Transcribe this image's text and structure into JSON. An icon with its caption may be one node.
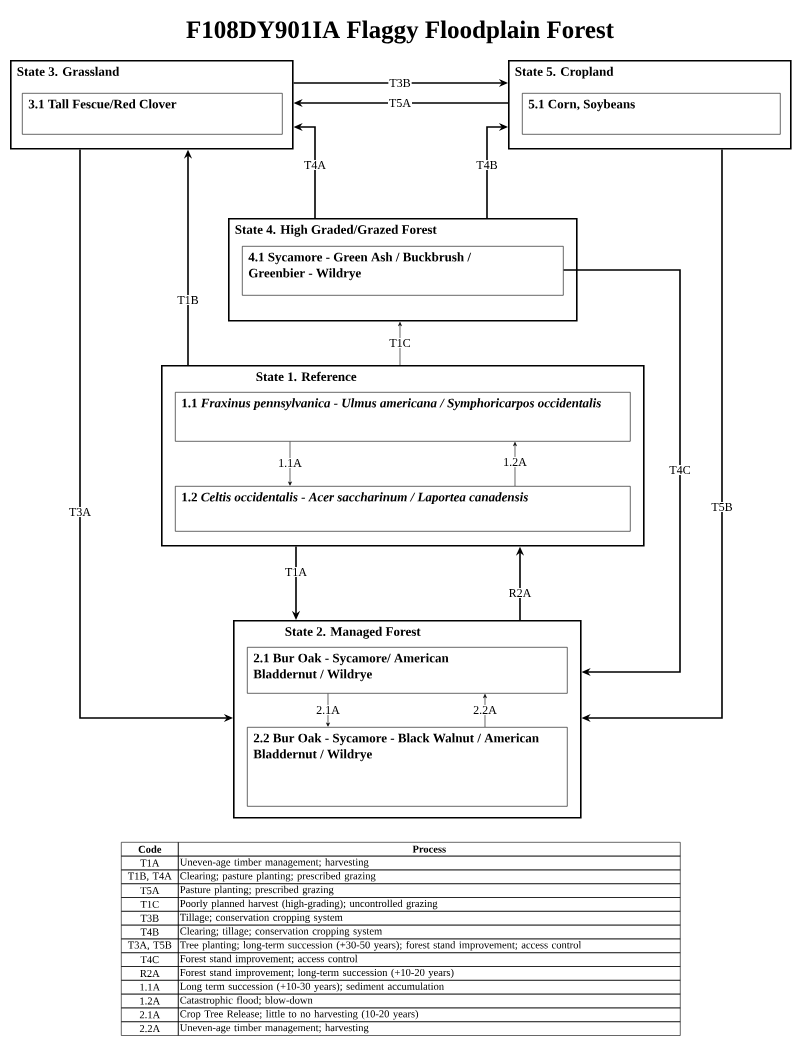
{
  "diagram": {
    "title": "F108DY901IA Flaggy Floodplain Forest",
    "nodes": [
      {
        "text": [
          "State 3. Grassland"
        ]
      },
      {
        "text": [
          "3.1 Tall Fescue/Red Clover"
        ],
        "in": 0
      },
      {
        "text": [
          "State 5. Cropland"
        ]
      },
      {
        "text": [
          "5.1 Corn, Soybeans"
        ],
        "in": 2
      },
      {
        "text": [
          "State 4. High Graded/Grazed Forest"
        ]
      },
      {
        "text": [
          "4.1 Sycamore - Green Ash / Buckbrush / Greenbier - Wildrye"
        ],
        "in": 4
      },
      {
        "text": [
          "State 1. Reference"
        ]
      },
      {
        "text": [
          "1.1 *Fraxinus pennsylvanica - Ulmus americana / Symphoricarpos occidentalis*"
        ],
        "in": 6
      },
      {
        "text": [
          "1.2 *Celtis occidentalis - Acer saccharinum / Laportea canadensis*"
        ],
        "in": 6
      },
      {
        "text": [
          "State 2. Managed Forest"
        ]
      },
      {
        "text": [
          "2.1 Bur Oak - Sycamore/ American Bladdernut / Wildrye"
        ],
        "in": 9
      },
      {
        "text": [
          "2.2 Bur Oak - Sycamore - Black Walnut / American Bladdernut / Wildrye"
        ],
        "in": 9
      }
    ],
    "edges": [
      {
        "from": 0,
        "to": 2,
        "arrow": "to",
        "label": "T3B"
      },
      {
        "from": 2,
        "to": 0,
        "arrow": "to",
        "label": "T5A"
      },
      {
        "from": 4,
        "to": 0,
        "arrow": "to",
        "label": "T4A"
      },
      {
        "from": 4,
        "to": 2,
        "arrow": "to",
        "label": "T4B"
      },
      {
        "from": 6,
        "to": 0,
        "arrow": "to",
        "label": "T1B"
      },
      {
        "from": 6,
        "to": 4,
        "arrow": "to",
        "label": "T1C"
      },
      {
        "from": 7,
        "to": 8,
        "arrow": "to",
        "label": "1.1A"
      },
      {
        "from": 8,
        "to": 7,
        "arrow": "to",
        "label": "1.2A"
      },
      {
        "from": 6,
        "to": 9,
        "arrow": "to",
        "label": "T1A"
      },
      {
        "from": 9,
        "to": 6,
        "arrow": "to",
        "label": "R2A"
      },
      {
        "from": 5,
        "to": 9,
        "arrow": "to",
        "label": "T4C"
      },
      {
        "from": 0,
        "to": 9,
        "arrow": "to",
        "label": "T3A"
      },
      {
        "from": 2,
        "to": 9,
        "arrow": "to",
        "label": "T5B"
      },
      {
        "from": 10,
        "to": 11,
        "arrow": "to",
        "label": "2.1A"
      },
      {
        "from": 11,
        "to": 10,
        "arrow": "to",
        "label": "2.2A"
      }
    ],
    "labels": [
      "Code",
      "Process",
      "T1A",
      "Uneven-age timber management; harvesting",
      "T1B, T4A",
      "Clearing; pasture planting; prescribed grazing",
      "T5A",
      "Pasture planting; prescribed grazing",
      "T1C",
      "Poorly planned harvest (high-grading); uncontrolled grazing",
      "T3B",
      "Tillage; conservation cropping system",
      "T4B",
      "Clearing; tillage; conservation cropping system",
      "T3A, T5B",
      "Tree planting; long-term succession (+30-50 years); forest stand improvement; access control",
      "T4C",
      "Forest stand improvement; access control",
      "R2A",
      "Forest stand improvement; long-term succession (+10-20 years)",
      "1.1A",
      "Long term succession (+10-30 years); sediment accumulation",
      "1.2A",
      "Catastrophic flood; blow-down",
      "2.1A",
      "Crop Tree Release; little to no harvesting (10-20 years)",
      "2.2A",
      "Uneven-age timber management; harvesting"
    ]
  }
}
